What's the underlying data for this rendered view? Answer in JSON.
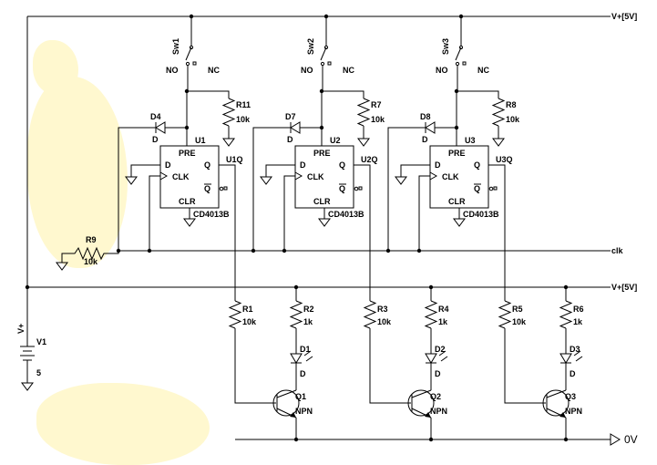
{
  "rails": {
    "vplus_top": "V+[5V]",
    "vplus_mid": "V+[5V]",
    "clk": "clk",
    "zero": "0V"
  },
  "source": {
    "ref": "V1",
    "plus_label": "V+",
    "value": "5"
  },
  "clock_resistor": {
    "ref": "R9",
    "value": "10k"
  },
  "channels": [
    {
      "switch": {
        "ref": "Sw1",
        "no": "NO",
        "nc": "NC"
      },
      "pullup": {
        "ref": "R11",
        "value": "10k"
      },
      "diode": {
        "ref": "D4",
        "label": "D"
      },
      "flipflop": {
        "ref": "U1",
        "pre": "PRE",
        "d": "D",
        "clk": "CLK",
        "q": "Q",
        "qbar": "Q",
        "clr": "CLR",
        "part": "CD4013B"
      },
      "net": "U1Q",
      "base_res": {
        "ref": "R1",
        "value": "10k"
      },
      "led_res": {
        "ref": "R2",
        "value": "1k"
      },
      "led": {
        "ref": "D1",
        "label": "D"
      },
      "transistor": {
        "ref": "Q1",
        "type": "NPN"
      }
    },
    {
      "switch": {
        "ref": "Sw2",
        "no": "NO",
        "nc": "NC"
      },
      "pullup": {
        "ref": "R7",
        "value": "10k"
      },
      "diode": {
        "ref": "D7",
        "label": "D"
      },
      "flipflop": {
        "ref": "U2",
        "pre": "PRE",
        "d": "D",
        "clk": "CLK",
        "q": "Q",
        "qbar": "Q",
        "clr": "CLR",
        "part": "CD4013B"
      },
      "net": "U2Q",
      "base_res": {
        "ref": "R3",
        "value": "10k"
      },
      "led_res": {
        "ref": "R4",
        "value": "1k"
      },
      "led": {
        "ref": "D2",
        "label": "D"
      },
      "transistor": {
        "ref": "Q2",
        "type": "NPN"
      }
    },
    {
      "switch": {
        "ref": "Sw3",
        "no": "NO",
        "nc": "NC"
      },
      "pullup": {
        "ref": "R8",
        "value": "10k"
      },
      "diode": {
        "ref": "D8",
        "label": "D"
      },
      "flipflop": {
        "ref": "U3",
        "pre": "PRE",
        "d": "D",
        "clk": "CLK",
        "q": "Q",
        "qbar": "Q",
        "clr": "CLR",
        "part": "CD4013B"
      },
      "net": "U3Q",
      "base_res": {
        "ref": "R5",
        "value": "10k"
      },
      "led_res": {
        "ref": "R6",
        "value": "1k"
      },
      "led": {
        "ref": "D3",
        "label": "D"
      },
      "transistor": {
        "ref": "Q3",
        "type": "NPN"
      }
    }
  ]
}
